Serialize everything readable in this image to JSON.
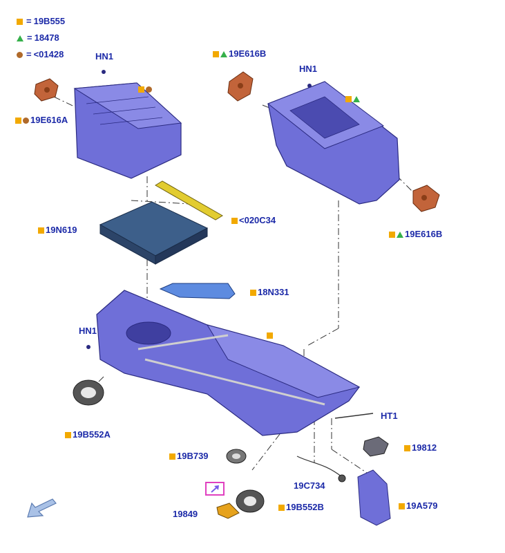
{
  "legend": [
    {
      "symbol": "square",
      "color": "#f2a900",
      "text": "19B555"
    },
    {
      "symbol": "triangle",
      "color": "#35b04a",
      "text": "18478"
    },
    {
      "symbol": "circle",
      "color": "#b06a2a",
      "text": "<01428"
    }
  ],
  "legend_eq": "=",
  "callouts": {
    "hn1_a": "HN1",
    "hn1_b": "HN1",
    "hn1_c": "HN1",
    "19e616a": "19E616A",
    "19e616b_top": "19E616B",
    "19e616b_right": "19E616B",
    "19n619": "19N619",
    "020c34": "<020C34",
    "18n331": "18N331",
    "19b552a": "19B552A",
    "19b739": "19B739",
    "19849": "19849",
    "19b552b": "19B552B",
    "19c734": "19C734",
    "ht1": "HT1",
    "19812": "19812",
    "19a579": "19A579"
  },
  "colors": {
    "label": "#1c2aa8",
    "housing": "#6f6fd8",
    "housing_dark": "#3f3fa0",
    "filter": "#3d5f8a",
    "actuator": "#c2643a",
    "duct_blue": "#5d8be0",
    "gasket": "#555555",
    "highlight_box": "#e040c0",
    "nav_arrow": "#9fb7e0"
  },
  "icons": {
    "nav": "navigate-back-arrow-icon",
    "highlight": "diagonal-arrow-icon"
  }
}
